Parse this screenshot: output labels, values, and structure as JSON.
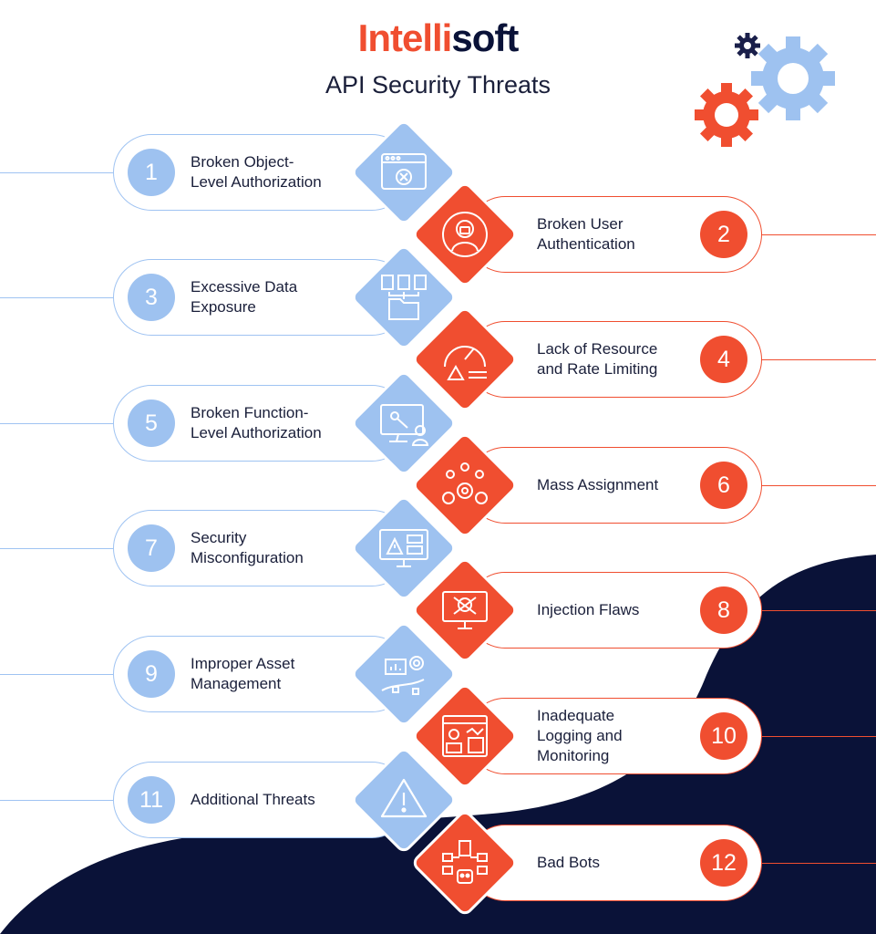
{
  "header": {
    "brand_part1": "Intelli",
    "brand_part2": "soft",
    "title": "API Security Threats"
  },
  "colors": {
    "accent_orange": "#f04e30",
    "accent_blue": "#9ec2f0",
    "navy": "#0a1238",
    "grey_blob": "#dcdde3"
  },
  "threats": [
    {
      "number": "1",
      "label": "Broken Object-\nLevel Authorization",
      "icon": "browser-error-icon"
    },
    {
      "number": "2",
      "label": "Broken User\nAuthentication",
      "icon": "hacker-icon"
    },
    {
      "number": "3",
      "label": "Excessive Data\nExposure",
      "icon": "files-folder-icon"
    },
    {
      "number": "4",
      "label": "Lack of Resource\nand Rate Limiting",
      "icon": "speedometer-warning-icon"
    },
    {
      "number": "5",
      "label": "Broken Function-\nLevel Authorization",
      "icon": "monitor-key-user-icon"
    },
    {
      "number": "6",
      "label": "Mass Assignment",
      "icon": "users-gears-icon"
    },
    {
      "number": "7",
      "label": "Security\nMisconfiguration",
      "icon": "monitor-warning-icon"
    },
    {
      "number": "8",
      "label": "Injection Flaws",
      "icon": "monitor-skull-icon"
    },
    {
      "number": "9",
      "label": "Improper Asset\nManagement",
      "icon": "hand-assets-icon"
    },
    {
      "number": "10",
      "label": "Inadequate\nLogging and\nMonitoring",
      "icon": "dashboard-icon"
    },
    {
      "number": "11",
      "label": "Additional Threats",
      "icon": "warning-triangle-icon"
    },
    {
      "number": "12",
      "label": "Bad Bots",
      "icon": "bot-network-icon"
    }
  ]
}
